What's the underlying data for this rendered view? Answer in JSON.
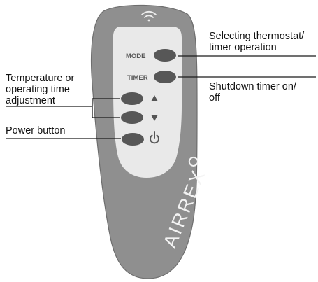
{
  "remote": {
    "buttons": {
      "mode": "MODE",
      "timer": "TIMER"
    },
    "brand": "AIRREX",
    "icons": [
      "wifi-icon",
      "arrow-up-icon",
      "arrow-down-icon",
      "power-icon"
    ],
    "colors": {
      "body": "#8f8f8f",
      "panel": "#e9e9e9",
      "button": "#575757",
      "glyph": "#555555",
      "line": "#1a1a1a"
    }
  },
  "callouts": {
    "mode": [
      "Selecting thermostat/",
      "timer operation"
    ],
    "timer": [
      "Shutdown timer on/",
      "off"
    ],
    "adjust": [
      "Temperature or",
      "operating time",
      "adjustment"
    ],
    "power": [
      "Power button"
    ]
  }
}
